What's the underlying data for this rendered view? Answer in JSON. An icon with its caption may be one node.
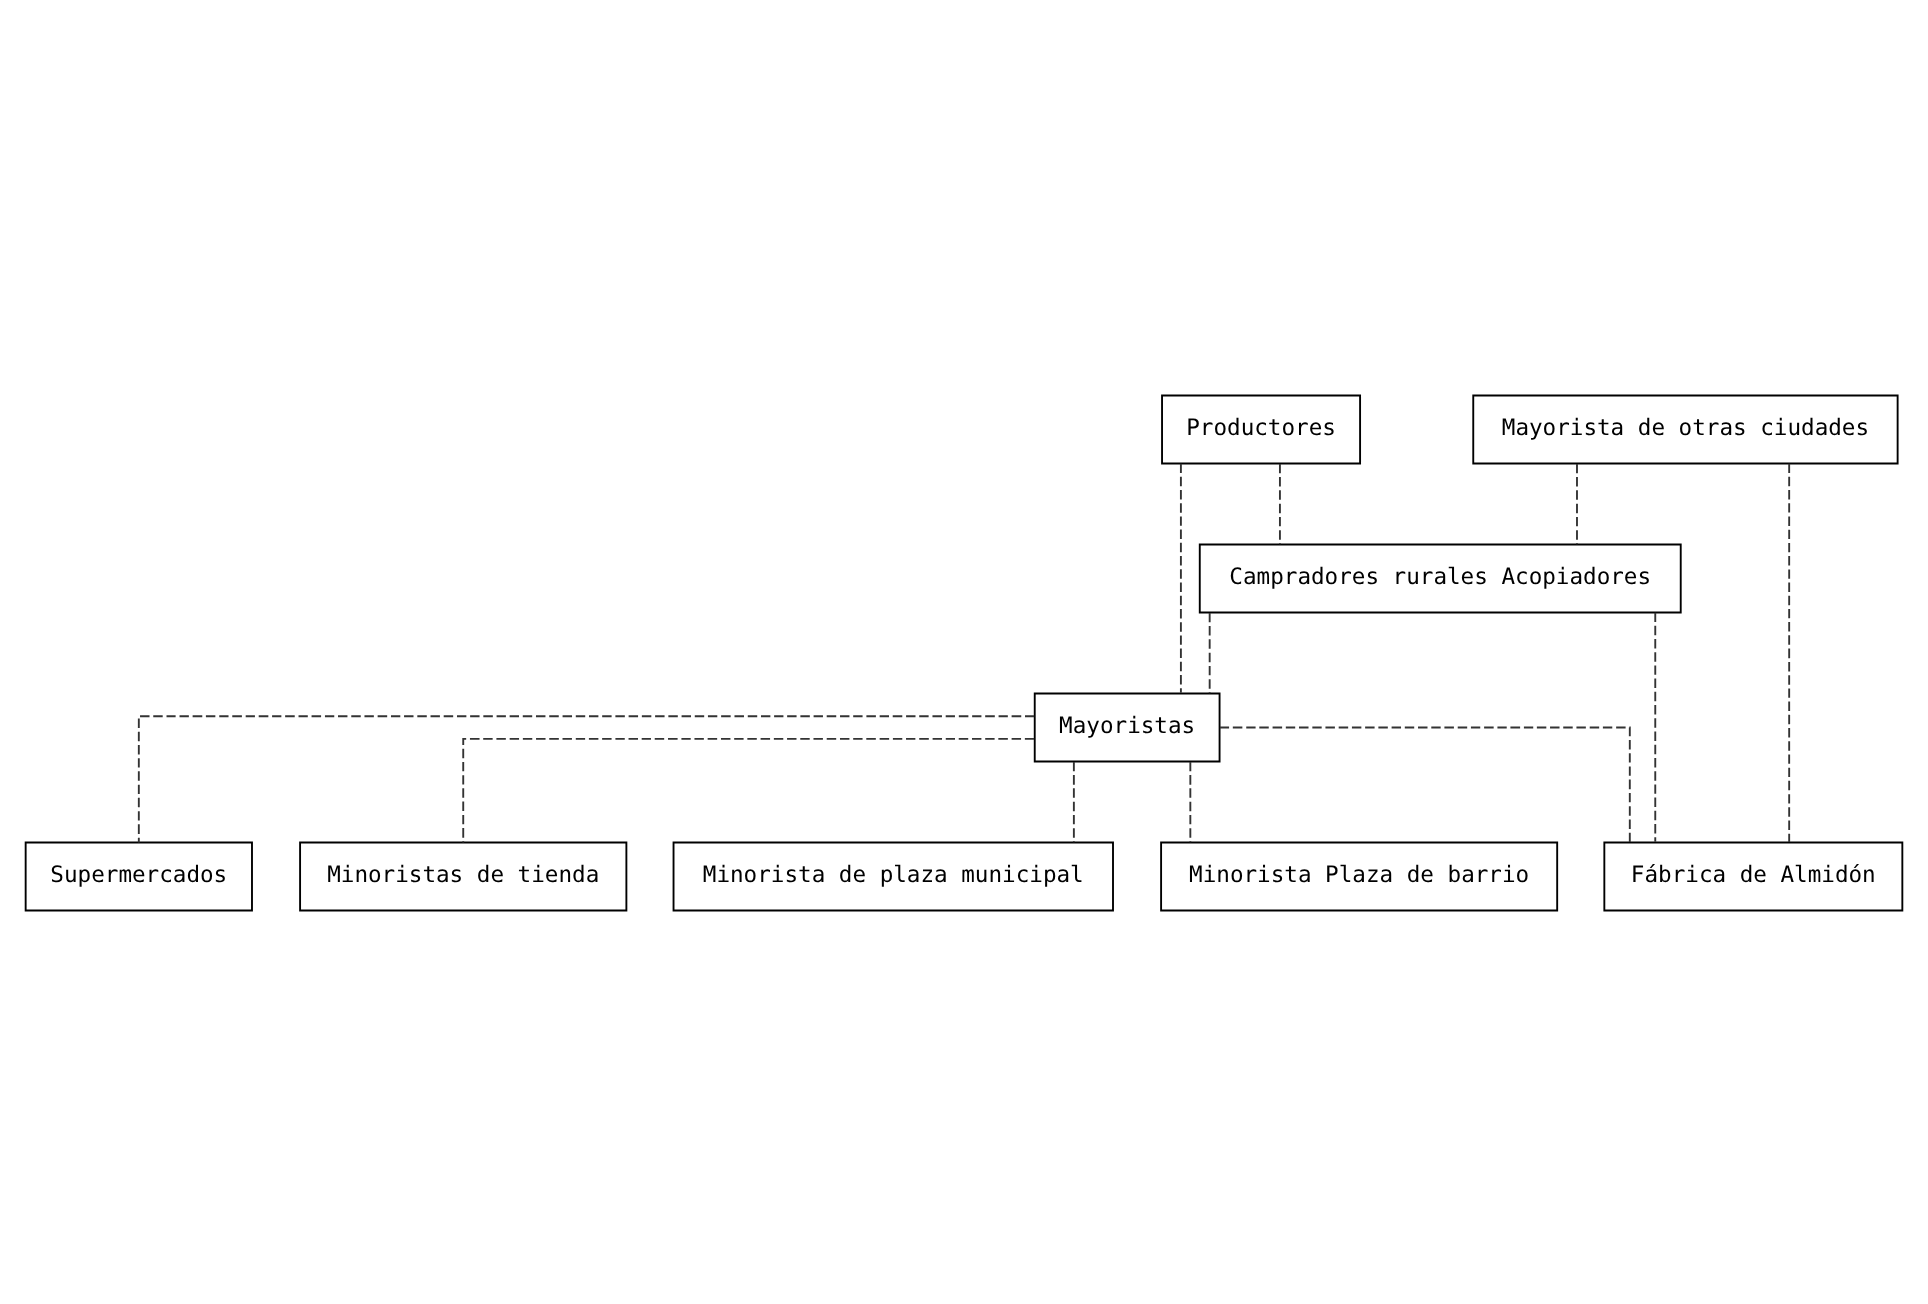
{
  "diagram": {
    "nodes": [
      {
        "text": [
          "Productores"
        ]
      },
      {
        "text": [
          "Mayorista de otras ciudades"
        ]
      },
      {
        "text": [
          "Campradores rurales Acopiadores"
        ]
      },
      {
        "text": [
          "Mayoristas"
        ]
      },
      {
        "text": [
          "Supermercados"
        ]
      },
      {
        "text": [
          "Minoristas de tienda"
        ]
      },
      {
        "text": [
          "Minorista de plaza municipal"
        ]
      },
      {
        "text": [
          "Minorista Plaza de barrio"
        ]
      },
      {
        "text": [
          "Fábrica de Almidón"
        ]
      }
    ],
    "edges": [
      {
        "from": 0,
        "to": 2,
        "arrow": "none",
        "style": "dashed"
      },
      {
        "from": 0,
        "to": 3,
        "arrow": "none",
        "style": "dashed"
      },
      {
        "from": 1,
        "to": 2,
        "arrow": "none",
        "style": "dashed"
      },
      {
        "from": 1,
        "to": 8,
        "arrow": "none",
        "style": "dashed"
      },
      {
        "from": 2,
        "to": 8,
        "arrow": "none",
        "style": "dashed"
      },
      {
        "from": 2,
        "to": 3,
        "arrow": "none",
        "style": "dashed"
      },
      {
        "from": 3,
        "to": 4,
        "arrow": "none",
        "style": "dashed"
      },
      {
        "from": 3,
        "to": 5,
        "arrow": "none",
        "style": "dashed"
      },
      {
        "from": 3,
        "to": 6,
        "arrow": "none",
        "style": "dashed"
      },
      {
        "from": 3,
        "to": 7,
        "arrow": "none",
        "style": "dashed"
      },
      {
        "from": 3,
        "to": 8,
        "arrow": "none",
        "style": "dashed"
      }
    ]
  }
}
